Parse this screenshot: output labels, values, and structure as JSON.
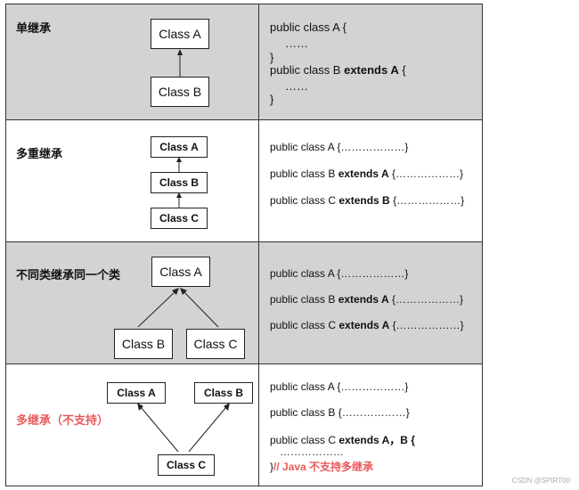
{
  "rows": [
    {
      "label": "单继承",
      "boxes": [
        "Class A",
        "Class B"
      ],
      "code": [
        "public class A {",
        "……",
        "}",
        "public class B ",
        "extends A",
        " {",
        "……",
        "}"
      ]
    },
    {
      "label": "多重继承",
      "boxes": [
        "Class A",
        "Class B",
        "Class C"
      ],
      "code": {
        "l1": "public class A {………………}",
        "l2a": "public class B ",
        "l2b": "extends A",
        "l2c": " {………………}",
        "l3a": "public class C ",
        "l3b": "extends B",
        "l3c": " {………………}"
      }
    },
    {
      "label": "不同类继承同一个类",
      "boxes": [
        "Class A",
        "Class B",
        "Class C"
      ],
      "code": {
        "l1": "public class A {………………}",
        "l2a": "public class B ",
        "l2b": "extends A",
        "l2c": " {………………}",
        "l3a": "public class C ",
        "l3b": "extends A",
        "l3c": " {………………}"
      }
    },
    {
      "label": "多继承（不支持）",
      "boxes": [
        "Class A",
        "Class B",
        "Class C"
      ],
      "code": {
        "l1": "public class A {………………}",
        "l2": "public class B {………………}",
        "l3a": "public class C ",
        "l3b": "extends A，B {",
        "l4": "………………",
        "l5a": "}",
        "l5b": "// Java 不支持多继承"
      }
    }
  ],
  "watermark": "CSDN @SPIRT00"
}
